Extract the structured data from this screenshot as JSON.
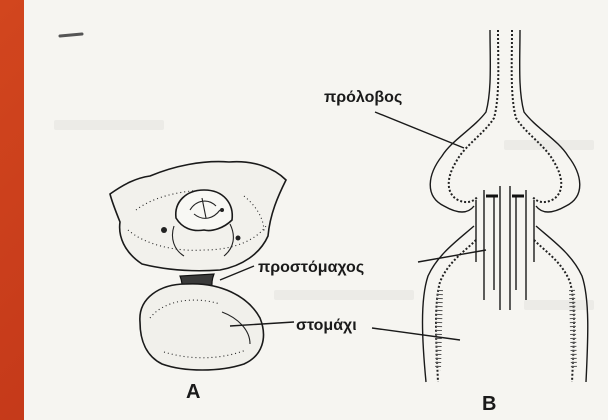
{
  "labels": {
    "crop": "πρόλοβος",
    "proventriculus": "προστόμαχος",
    "stomach": "στομάχι",
    "panel_a": "A",
    "panel_b": "B"
  },
  "colors": {
    "background": "#c2391a",
    "paper": "#f6f5f1",
    "ink": "#1a1a1a"
  }
}
